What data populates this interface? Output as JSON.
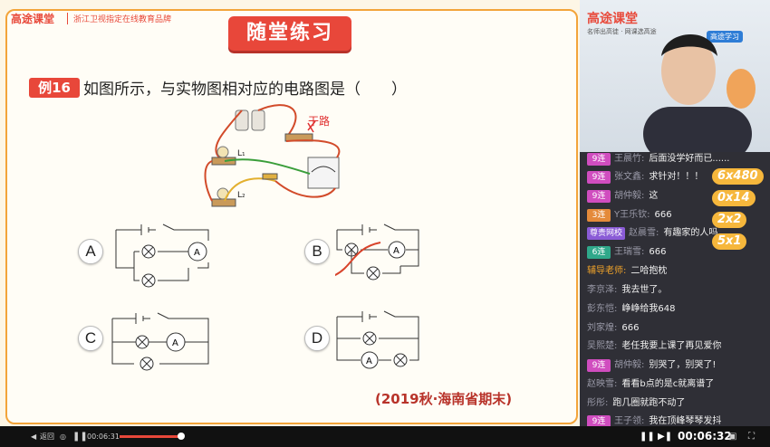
{
  "slide": {
    "brand": "高途课堂",
    "brand_sub": "浙江卫视指定在线教育品牌",
    "title": "随堂练习",
    "example_tag": "例16",
    "question": "如图所示，与实物图相对应的电路图是（　　）",
    "handwriting": "干路",
    "labels": {
      "L1": "L₁",
      "L2": "L₂",
      "ammeter": "A"
    },
    "options": [
      "A",
      "B",
      "C",
      "D"
    ],
    "source": "(2019秋·海南省期末)"
  },
  "video": {
    "brand": "高途课堂",
    "brand_sub": "名师出高徒 · 网课选高途",
    "badge": "高途学习"
  },
  "chat": [
    {
      "level": "9连",
      "user": "王晨竹:",
      "text": "后面没学好而已......"
    },
    {
      "level": "9连",
      "user": "张文鑫:",
      "text": "求针对！！！"
    },
    {
      "level": "9连",
      "user": "胡仲毅:",
      "text": "这"
    },
    {
      "level": "3连",
      "user": "Y王乐钦:",
      "text": "666"
    },
    {
      "level": "尊贵网校",
      "user": "赵晨雪:",
      "text": "有趣家的人吗"
    },
    {
      "level": "6连",
      "user": "王瑞雪:",
      "text": "666"
    },
    {
      "level": "",
      "user": "辅导老师:",
      "text": "二哈抱枕"
    },
    {
      "level": "",
      "user": "李京泽:",
      "text": "我去世了。"
    },
    {
      "level": "",
      "user": "彭东恺:",
      "text": "峥峥给我648"
    },
    {
      "level": "",
      "user": "刘家煌:",
      "text": "666"
    },
    {
      "level": "",
      "user": "吴熙楚:",
      "text": "老任我要上课了再见爱你"
    },
    {
      "level": "9连",
      "user": "胡仲毅:",
      "text": "别哭了，别哭了!"
    },
    {
      "level": "",
      "user": "赵映雪:",
      "text": "看看b点的是c就离谱了"
    },
    {
      "level": "",
      "user": "彤彤:",
      "text": "跑几圈就跑不动了"
    },
    {
      "level": "9连",
      "user": "王子领:",
      "text": "我在顶峰琴琴发抖"
    }
  ],
  "combos": [
    "6x480",
    "0x14",
    "2x2",
    "5x1"
  ],
  "controls": {
    "back": "返回",
    "time_current": "00:06:31",
    "time_right": "00:06:32"
  }
}
